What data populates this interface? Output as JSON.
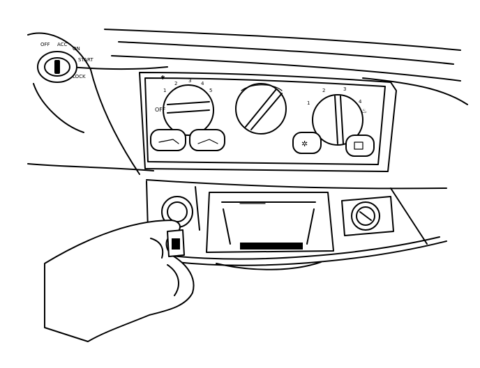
{
  "ignition": {
    "labels": [
      "OFF",
      "ACC",
      "ON",
      "START",
      "LOCK"
    ]
  },
  "fan_knob": {
    "off_label": "OFF",
    "speeds": [
      "1",
      "2",
      "3",
      "4",
      "5"
    ]
  },
  "mode_knob": {
    "labels": [
      "1",
      "2",
      "3",
      "4"
    ]
  }
}
